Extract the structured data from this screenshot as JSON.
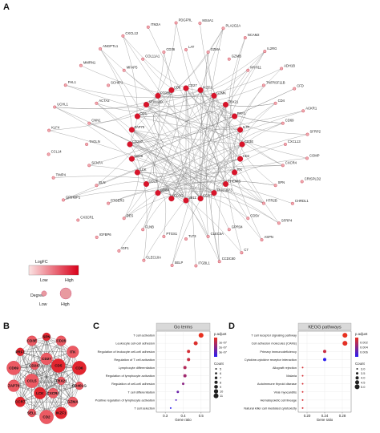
{
  "panels": {
    "a": "A",
    "b": "B",
    "c": "C",
    "d": "D"
  },
  "network_a": {
    "genes": [
      "CD27",
      "IKZF1",
      "GZMK",
      "TBX21",
      "PRF1",
      "IL7R",
      "CD3E",
      "CD2",
      "ITK",
      "THEMIS",
      "TRAF3IP3",
      "CCR7",
      "SELL",
      "CD3G",
      "CD8A",
      "CCL5",
      "LCK",
      "CD28",
      "CD247",
      "ZAP70",
      "CD5",
      "SEMA4D",
      "PTPRC",
      "CD6",
      "LAT",
      "GZMA",
      "GZMB",
      "MYH11",
      "TNFRSF11B",
      "CD4",
      "CD69",
      "CXCL13",
      "CXCR4",
      "SPN",
      "HTR2B",
      "CD5V",
      "GPR34",
      "CLEC5A",
      "TLT3",
      "PTGS1",
      "FLNB",
      "DES",
      "PTGER3",
      "ELN",
      "SCN7A",
      "TAGLN",
      "CNN1",
      "ACTA2",
      "SCHIP1",
      "MFAP5",
      "COL11A1",
      "CD36",
      "ADH1B",
      "CFD",
      "ACKR1",
      "SFRP2",
      "COMP",
      "CRISPLD2",
      "CHRDL1",
      "SFRP4",
      "ASPN",
      "C7",
      "CCDC80",
      "ITGBL1",
      "SELP",
      "CLEC10A",
      "IGF1",
      "IGFBP6",
      "CX3CR1",
      "GPIHBP1",
      "TIMP4",
      "CCL14",
      "KLF4",
      "UCHL1",
      "FHL1",
      "MMRN1",
      "ANGPTL1",
      "CXCL12",
      "ITM2A",
      "PDGFRL",
      "MS4A1",
      "PLA2G2A",
      "NCAM2",
      "IL2RG"
    ],
    "legend": {
      "logfc_title": "LogFC",
      "logfc_low": "Low",
      "logfc_high": "High",
      "degree_title": "Degree",
      "degree_low": "Low",
      "degree_high": "High"
    }
  },
  "network_b": {
    "genes": [
      "SPN",
      "CD28",
      "ITK",
      "CD6",
      "CD40LG",
      "GZMA",
      "IKZF1",
      "CD2",
      "SELL",
      "CCR7",
      "ZAP70",
      "CD69",
      "PRF1",
      "CD3E",
      "CD27",
      "CD5",
      "TBX21",
      "CXCR4",
      "LCK",
      "CCL5",
      "CD247"
    ]
  },
  "chart_data": [
    {
      "type": "scatter",
      "title": "Go terms",
      "xlabel": "Gene ratio",
      "ylabel": "",
      "x_ticks": [
        "0.3",
        "0.4",
        "0.5"
      ],
      "xlim": [
        0.25,
        0.55
      ],
      "categories": [
        "T cell activation",
        "Leukocyte cell-cell adhesion",
        "Regulation of leukocyte cell-cell adhesion",
        "Regulation of T cell activation",
        "Lymphocyte differentiation",
        "Regulation of lymphocyte activation",
        "Regulation of cell-cell adhesion",
        "T cell differentiation",
        "Positive regulation of lymphocyte activation",
        "T cell selection"
      ],
      "x": [
        0.5,
        0.47,
        0.43,
        0.43,
        0.41,
        0.41,
        0.4,
        0.37,
        0.36,
        0.33
      ],
      "count": [
        11,
        10,
        9,
        9,
        9,
        9,
        8,
        8,
        7,
        7
      ],
      "padjust": [
        1e-07,
        3e-07,
        4e-07,
        6e-07,
        9e-07,
        1.2e-06,
        1.5e-06,
        2e-06,
        2.4e-06,
        3e-06
      ],
      "colorbar": {
        "title": "p.adjust",
        "ticks": [
          "1e-07",
          "2e-07",
          "3e-07"
        ]
      },
      "size_legend": {
        "title": "Count",
        "values": [
          "5",
          "6",
          "7",
          "8",
          "9",
          "10",
          "11"
        ]
      },
      "colors": {
        "low": "#e8301f",
        "high": "#2a1cf0"
      }
    },
    {
      "type": "scatter",
      "title": "KEGG pathways",
      "xlabel": "Gene ratio",
      "ylabel": "",
      "x_ticks": [
        "0.20",
        "0.24",
        "0.28"
      ],
      "xlim": [
        0.18,
        0.3
      ],
      "categories": [
        "T cell receptor signaling pathway",
        "Cell adhesion molecules (CAMs)",
        "Primary immunodeficiency",
        "Cytokine-cytokine receptor interaction",
        "Allograft rejection",
        "Malaria",
        "Autoimmune thyroid disease",
        "Viral myocarditis",
        "Hematopoietic cell lineage",
        "Natural killer cell mediated cytotoxicity"
      ],
      "x": [
        0.286,
        0.286,
        0.24,
        0.24,
        0.19,
        0.19,
        0.19,
        0.19,
        0.19,
        0.19
      ],
      "count": [
        5,
        5,
        4,
        4,
        3,
        3,
        3,
        3,
        3,
        3
      ],
      "padjust": [
        0.0003,
        0.0005,
        0.0015,
        0.0075,
        0.001,
        0.001,
        0.001,
        0.001,
        0.001,
        0.001
      ],
      "colorbar": {
        "title": "p.adjust",
        "ticks": [
          "0.002",
          "0.004",
          "0.006"
        ]
      },
      "size_legend": {
        "title": "Count",
        "values": [
          "3.0",
          "3.5",
          "4.0",
          "4.5",
          "5.0"
        ]
      },
      "colors": {
        "low": "#e8301f",
        "high": "#2a1cf0"
      }
    }
  ]
}
